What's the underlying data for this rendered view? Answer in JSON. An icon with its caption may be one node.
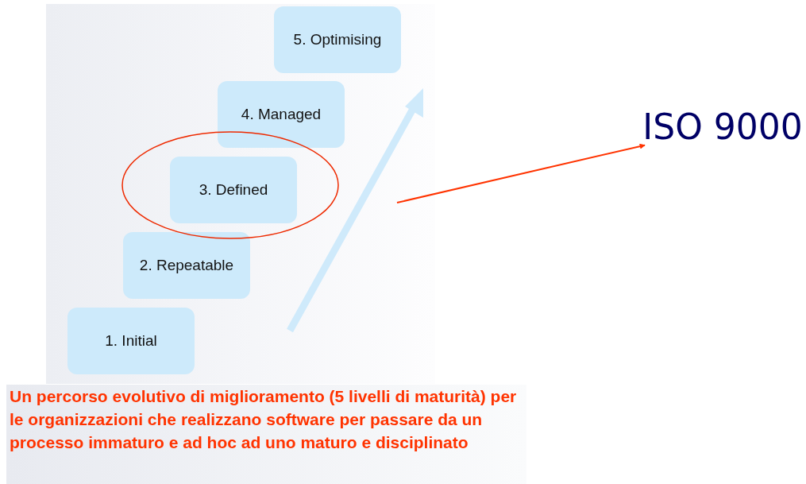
{
  "diagram": {
    "caption": "Un percorso evolutivo di miglioramento (5 livelli di maturità) per le organizzazioni che realizzano software per passare da un processo immaturo e ad hoc ad uno maturo e disciplinato",
    "nodes": [
      {
        "text": [
          "5. Optimising"
        ]
      },
      {
        "text": [
          "4. Managed"
        ]
      },
      {
        "text": [
          "3. Defined"
        ]
      },
      {
        "text": [
          "2. Repeatable"
        ]
      },
      {
        "text": [
          "1. Initial"
        ]
      },
      {
        "text": [
          "ISO 9000"
        ]
      }
    ],
    "edges": [
      {
        "from": null,
        "to": 5,
        "arrow": "to",
        "color": "#ff3300"
      }
    ]
  }
}
